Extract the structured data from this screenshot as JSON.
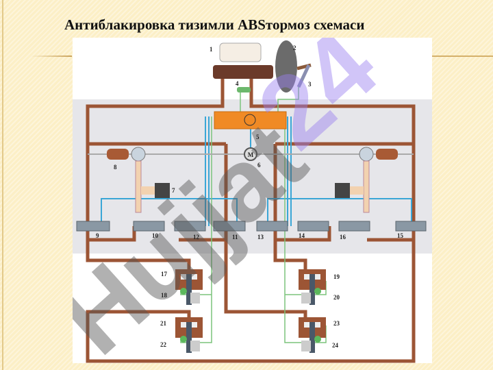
{
  "slide": {
    "title": "Антиблакировка тизимли ABSтормоз схемаси"
  },
  "diagram": {
    "motor_label": "M",
    "watermark": "Hujjat24",
    "labels": [
      "1",
      "2",
      "3",
      "4",
      "5",
      "6",
      "7",
      "8",
      "9",
      "10",
      "11",
      "12",
      "13",
      "14",
      "15",
      "16",
      "17",
      "18",
      "19",
      "20",
      "21",
      "22",
      "23",
      "24"
    ]
  },
  "colors": {
    "pipe": "#9c5535",
    "ecu": "#f08a25",
    "signal_blue": "#3aa6d6",
    "signal_green": "#7cc47c",
    "band": "#e6e6ea"
  }
}
